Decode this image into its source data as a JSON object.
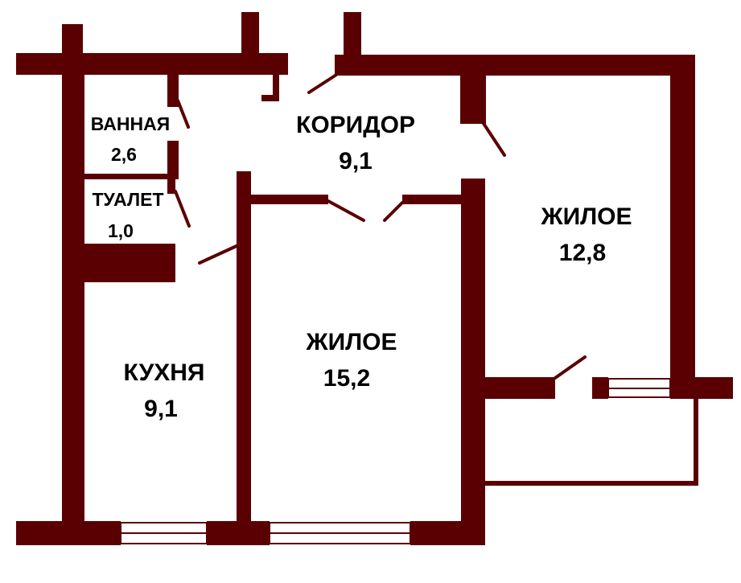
{
  "colors": {
    "wall": "#5a0003",
    "background": "#ffffff",
    "text": "#000000"
  },
  "rooms": {
    "bathroom": {
      "name": "ВАННАЯ",
      "area": "2,6"
    },
    "toilet": {
      "name": "ТУАЛЕТ",
      "area": "1,0"
    },
    "corridor": {
      "name": "КОРИДОР",
      "area": "9,1"
    },
    "living_right": {
      "name": "ЖИЛОЕ",
      "area": "12,8"
    },
    "living_center": {
      "name": "ЖИЛОЕ",
      "area": "15,2"
    },
    "kitchen": {
      "name": "КУХНЯ",
      "area": "9,1"
    }
  }
}
